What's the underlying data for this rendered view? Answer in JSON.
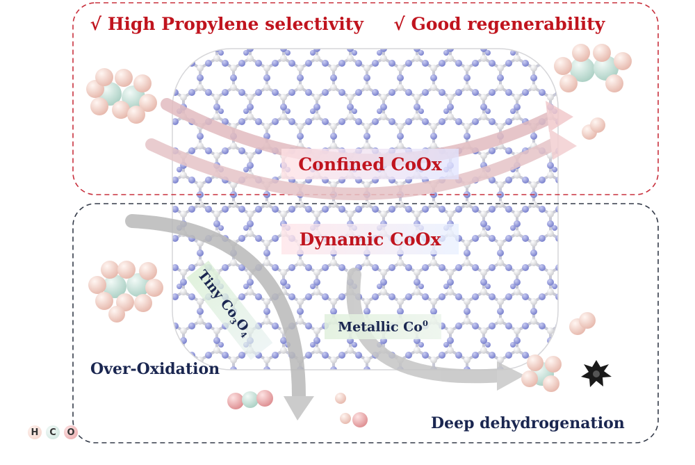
{
  "header": {
    "check_mark": "√",
    "benefit_1": "High Propylene selectivity",
    "benefit_2": "Good regenerability"
  },
  "labels": {
    "confined": "Confined CoOx",
    "dynamic": "Dynamic CoOx",
    "tiny_prefix": "Tiny Co",
    "tiny_sub_3": "3",
    "tiny_o": "O",
    "tiny_sub_4": "4",
    "metallic": "Metallic Co",
    "metallic_sup": "0",
    "over_oxidation": "Over-Oxidation",
    "deep_dehydrogenation": "Deep dehydrogenation"
  },
  "legend": {
    "h": "H",
    "c": "C",
    "o": "O"
  },
  "colors": {
    "upper_box_border": "#c8303d",
    "lower_box_border": "#333a48",
    "headline_red": "#c0141e",
    "text_navy": "#1a2650",
    "nitrogen_blue": "#8c93d8",
    "hydrogen_pink": "#f3cdc3",
    "carbon_mint": "#cfe4dd",
    "oxygen_pink": "#e9a4a6",
    "upper_arrow": "#ebc7c9",
    "lower_arrow": "#bcbcbc"
  },
  "icons": [
    "propane-molecule",
    "propylene-molecule",
    "hydrogen-molecule",
    "co2-molecule",
    "water-molecule",
    "soot-burst-icon"
  ]
}
